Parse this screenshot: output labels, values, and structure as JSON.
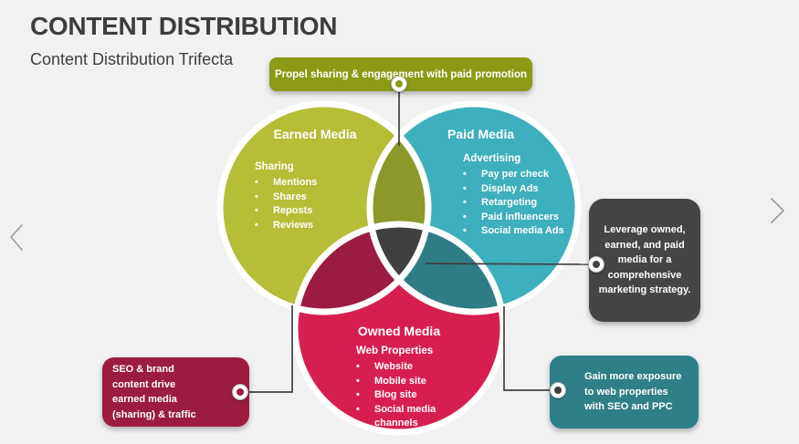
{
  "slide": {
    "title": "CONTENT DISTRIBUTION",
    "subtitle": "Content Distribution Trifecta"
  },
  "nav": {
    "prev_icon": "chevron-left",
    "next_icon": "chevron-right"
  },
  "venn": {
    "earned": {
      "title": "Earned Media",
      "subheading": "Sharing",
      "items": [
        "Mentions",
        "Shares",
        "Reposts",
        "Reviews"
      ],
      "color": "#b6bd36"
    },
    "paid": {
      "title": "Paid Media",
      "subheading": "Advertising",
      "items": [
        "Pay per check",
        "Display Ads",
        "Retargeting",
        "Paid influencers",
        "Social media Ads"
      ],
      "color": "#3eafbc"
    },
    "owned": {
      "title": "Owned Media",
      "subheading": "Web Properties",
      "items": [
        "Website",
        "Mobile site",
        "Blog site",
        "Social media channels"
      ],
      "color": "#d71f4f"
    },
    "overlap_colors": {
      "earned_paid": "#8c9827",
      "earned_owned": "#9c1b42",
      "paid_owned": "#2e7d86",
      "center": "#404040"
    }
  },
  "callouts": {
    "top": {
      "text": "Propel sharing & engagement with paid promotion",
      "color": "#8c9a15"
    },
    "right": {
      "text": "Leverage owned, earned, and paid media for a comprehensive marketing strategy.",
      "color": "#454545"
    },
    "bottom_left": {
      "text": "SEO & brand content drive earned media (sharing) & traffic",
      "color": "#9b1c40"
    },
    "bottom_right": {
      "text": "Gain more exposure to web properties with SEO and PPC",
      "color": "#2e7f88"
    }
  },
  "page": {
    "background": "#f1f1f2",
    "title_color": "#3d3d3d",
    "separator_color": "#ffffff"
  }
}
